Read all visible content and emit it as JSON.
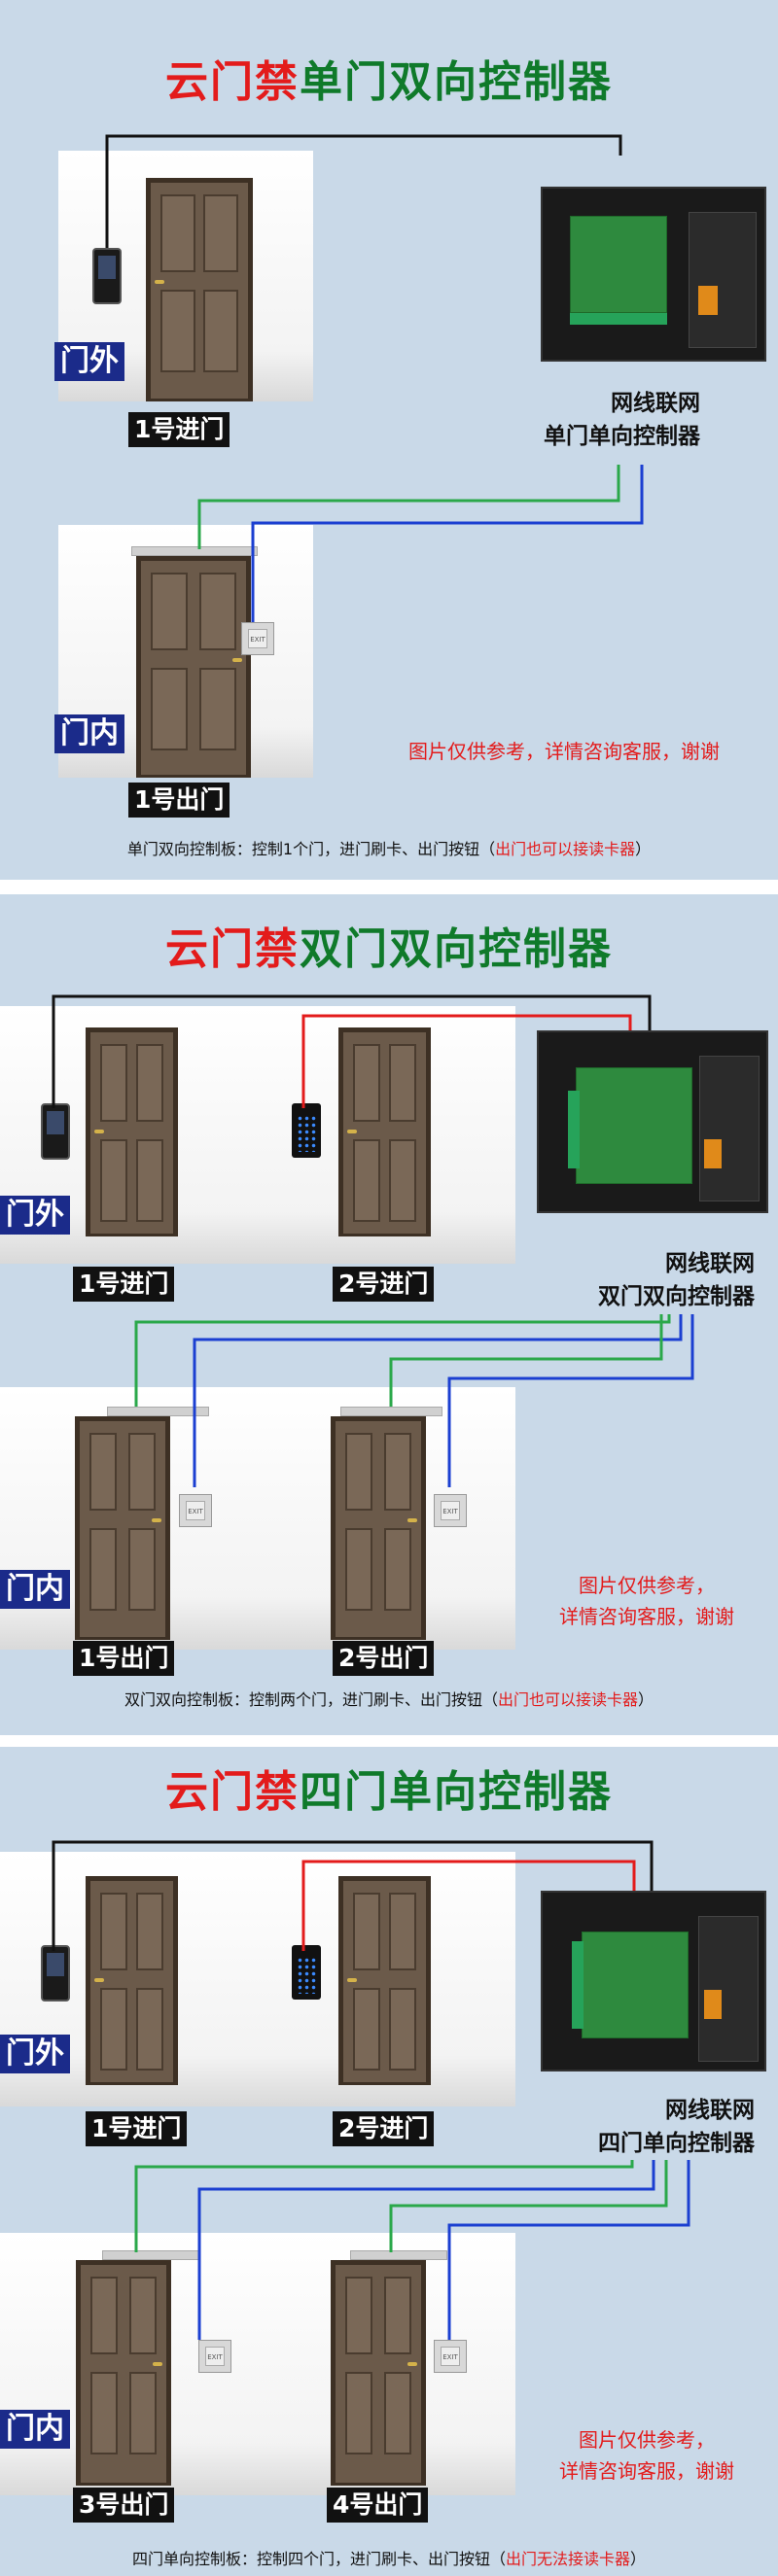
{
  "sections": [
    {
      "title_brand": "云门禁",
      "title_rest": "单门双向控制器",
      "outside_label": "门外",
      "inside_label": "门内",
      "entry_caps": [
        "1号进门"
      ],
      "exit_caps": [
        "1号出门"
      ],
      "controller_lines": [
        "网线联网",
        "单门单向控制器"
      ],
      "note_lines": [
        "图片仅供参考，详情咨询客服，谢谢"
      ],
      "desc_main": "单门双向控制板：控制1个门，进门刷卡、出门按钮（",
      "desc_highlight": "出门也可以接读卡器",
      "desc_end": "）"
    },
    {
      "title_brand": "云门禁",
      "title_rest": "双门双向控制器",
      "outside_label": "门外",
      "inside_label": "门内",
      "entry_caps": [
        "1号进门",
        "2号进门"
      ],
      "exit_caps": [
        "1号出门",
        "2号出门"
      ],
      "controller_lines": [
        "网线联网",
        "双门双向控制器"
      ],
      "note_lines": [
        "图片仅供参考，",
        "详情咨询客服，谢谢"
      ],
      "desc_main": "双门双向控制板：控制两个门，进门刷卡、出门按钮（",
      "desc_highlight": "出门也可以接读卡器",
      "desc_end": "）"
    },
    {
      "title_brand": "云门禁",
      "title_rest": "四门单向控制器",
      "outside_label": "门外",
      "inside_label": "门内",
      "entry_caps": [
        "1号进门",
        "2号进门"
      ],
      "exit_caps": [
        "3号出门",
        "4号出门"
      ],
      "controller_lines": [
        "网线联网",
        "四门单向控制器"
      ],
      "note_lines": [
        "图片仅供参考，",
        "详情咨询客服，谢谢"
      ],
      "desc_main": "四门单向控制板：控制四个门，进门刷卡、出门按钮（",
      "desc_highlight": "出门无法接读卡器",
      "desc_end": "）"
    }
  ],
  "colors": {
    "panel_bg": "#c9d9e8",
    "brand_red": "#e31b1b",
    "title_green": "#0f7a2a",
    "label_blue": "#1b2b8a",
    "wire_black": "#111111",
    "wire_red": "#e31b1b",
    "wire_green": "#2aa84a",
    "wire_blue": "#1b3fd1"
  }
}
